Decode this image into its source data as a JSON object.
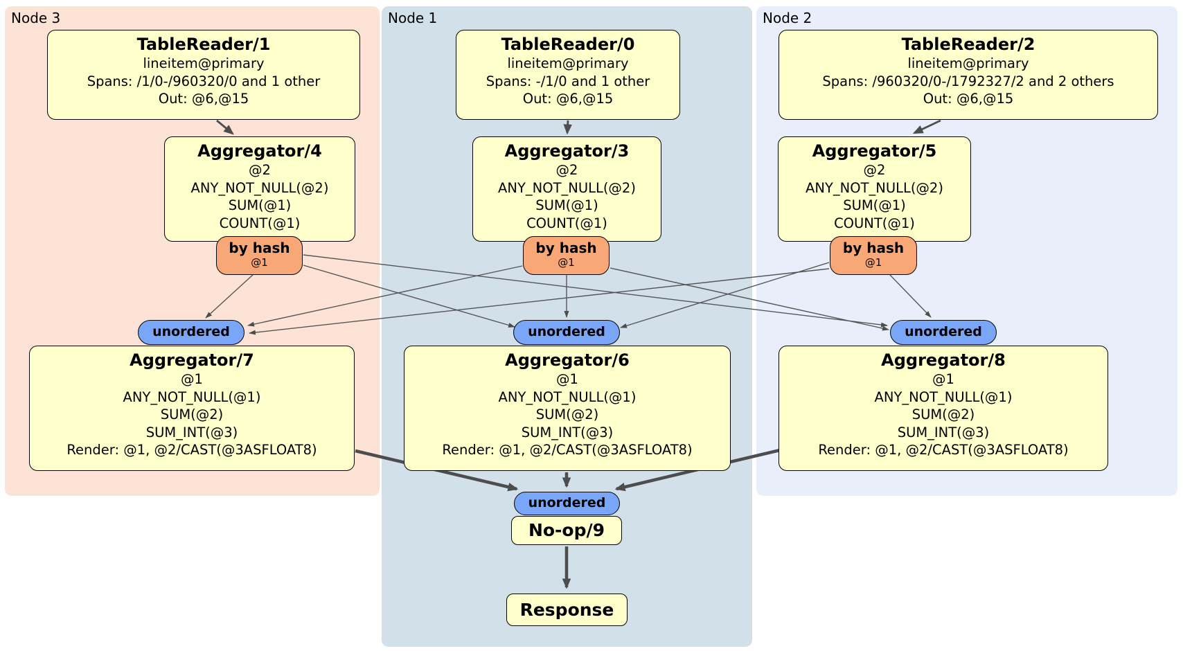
{
  "diagram_type": "distributed SQL physical plan",
  "regions": {
    "node3": {
      "label": "Node 3",
      "color": "#fce3d5"
    },
    "node1": {
      "label": "Node 1",
      "color": "#d2e0ea"
    },
    "node2": {
      "label": "Node 2",
      "color": "#e9effa"
    }
  },
  "processors": {
    "tr1": {
      "title": "TableReader/1",
      "details": [
        "lineitem@primary",
        "Spans: /1/0-/960320/0 and 1 other",
        "Out: @6,@15"
      ]
    },
    "tr0": {
      "title": "TableReader/0",
      "details": [
        "lineitem@primary",
        "Spans: -/1/0 and 1 other",
        "Out: @6,@15"
      ]
    },
    "tr2": {
      "title": "TableReader/2",
      "details": [
        "lineitem@primary",
        "Spans: /960320/0-/1792327/2 and 2 others",
        "Out: @6,@15"
      ]
    },
    "agg4": {
      "title": "Aggregator/4",
      "details": [
        "@2",
        "ANY_NOT_NULL(@2)",
        "SUM(@1)",
        "COUNT(@1)"
      ]
    },
    "agg3": {
      "title": "Aggregator/3",
      "details": [
        "@2",
        "ANY_NOT_NULL(@2)",
        "SUM(@1)",
        "COUNT(@1)"
      ]
    },
    "agg5": {
      "title": "Aggregator/5",
      "details": [
        "@2",
        "ANY_NOT_NULL(@2)",
        "SUM(@1)",
        "COUNT(@1)"
      ]
    },
    "agg7": {
      "title": "Aggregator/7",
      "details": [
        "@1",
        "ANY_NOT_NULL(@1)",
        "SUM(@2)",
        "SUM_INT(@3)",
        "Render: @1, @2/CAST(@3ASFLOAT8)"
      ]
    },
    "agg6": {
      "title": "Aggregator/6",
      "details": [
        "@1",
        "ANY_NOT_NULL(@1)",
        "SUM(@2)",
        "SUM_INT(@3)",
        "Render: @1, @2/CAST(@3ASFLOAT8)"
      ]
    },
    "agg8": {
      "title": "Aggregator/8",
      "details": [
        "@1",
        "ANY_NOT_NULL(@1)",
        "SUM(@2)",
        "SUM_INT(@3)",
        "Render: @1, @2/CAST(@3ASFLOAT8)"
      ]
    },
    "noop": {
      "title": "No-op/9"
    },
    "response": {
      "title": "Response"
    }
  },
  "routers": {
    "by_hash": {
      "label": "by hash",
      "key": "@1"
    }
  },
  "streams": {
    "unordered_label": "unordered"
  },
  "colors": {
    "processor_fill": "#ffffcc",
    "router_fill": "#f8a877",
    "stream_fill": "#7aa6f8",
    "edge": "#4d4d4d",
    "border": "#000000"
  }
}
